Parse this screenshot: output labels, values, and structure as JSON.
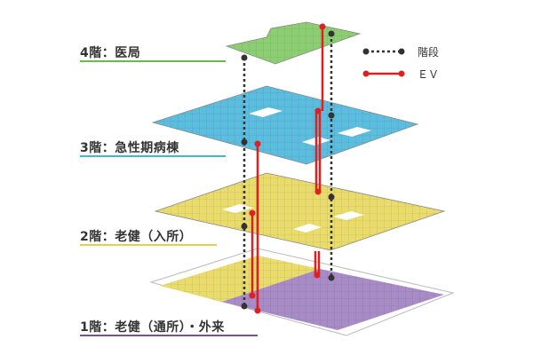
{
  "floors": [
    {
      "label": "4階：医局",
      "color": "#6aba4a"
    },
    {
      "label": "3階：急性期病棟",
      "color": "#3fb6d8"
    },
    {
      "label": "2階：老健（入所）",
      "color": "#e3d04a"
    },
    {
      "label": "1階：老健（通所）・外来",
      "color": "#7a4fa0"
    }
  ],
  "legend": {
    "stairs_label": "階段",
    "ev_label": "ＥＶ"
  },
  "colors": {
    "stairs": "#333333",
    "ev": "#e02020",
    "floor4": "#8ccf72",
    "floor3": "#5bbde0",
    "floor2": "#e9dc6a",
    "floor1_left": "#e9dc6a",
    "floor1_right": "#a98bc8"
  }
}
